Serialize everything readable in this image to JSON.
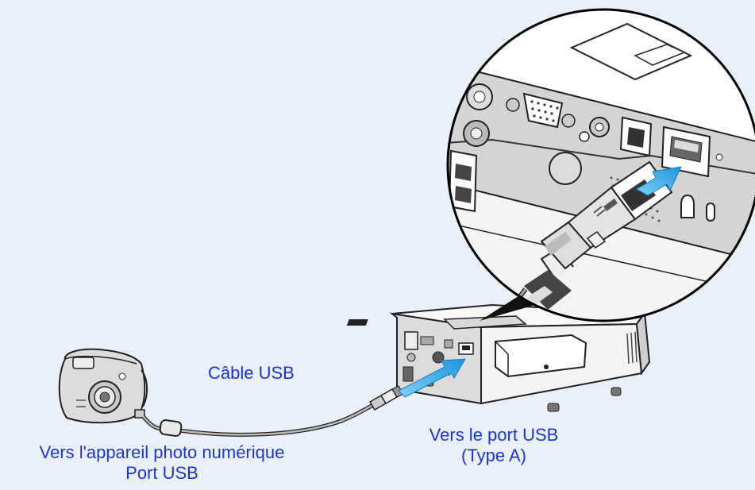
{
  "labels": {
    "cable": "Câble USB",
    "camera_line1": "Vers l'appareil photo numérique",
    "camera_line2": "Port USB",
    "port_line1": "Vers le port USB",
    "port_line2": "(Type A)"
  },
  "colors": {
    "background": "#e9f0fa",
    "label_text": "#1f35c8",
    "arrow": "#2fa3e3",
    "outline": "#222222"
  }
}
